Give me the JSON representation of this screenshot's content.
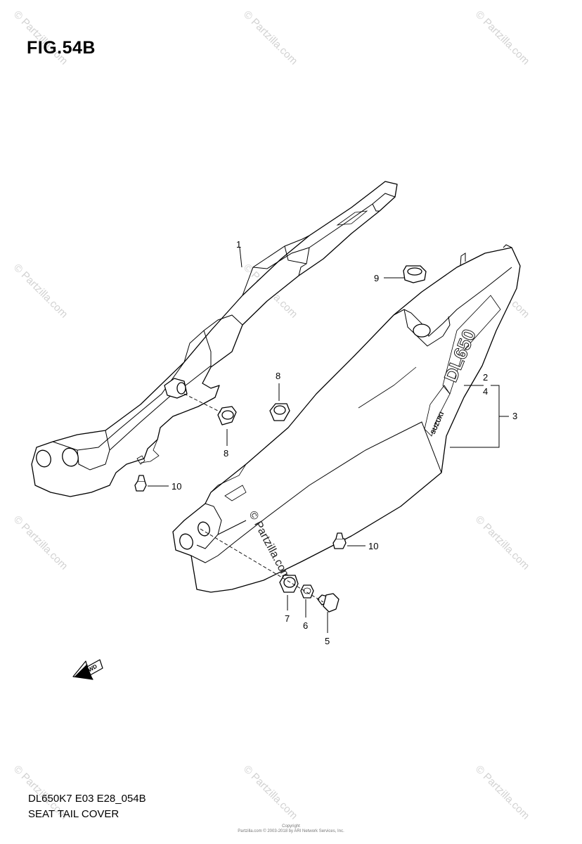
{
  "figure": {
    "title": "FIG.54B",
    "code": "DL650K7 E03 E28_054B",
    "name": "SEAT TAIL COVER",
    "copyright_line1": "Copyright",
    "copyright_line2": "Partzilla.com © 2003-2018 by ARI Network Services, Inc."
  },
  "diagram_text": {
    "center_watermark": "© Partzilla.com",
    "decal_model": "DL650",
    "decal_brand": "SUZUKI",
    "fwd_arrow": "FWD"
  },
  "callouts": {
    "c1": "1",
    "c2": "2",
    "c3": "3",
    "c4": "4",
    "c5": "5",
    "c6": "6",
    "c7": "7",
    "c8a": "8",
    "c8b": "8",
    "c9": "9",
    "c10a": "10",
    "c10b": "10"
  },
  "watermark": "© Partzilla.com"
}
